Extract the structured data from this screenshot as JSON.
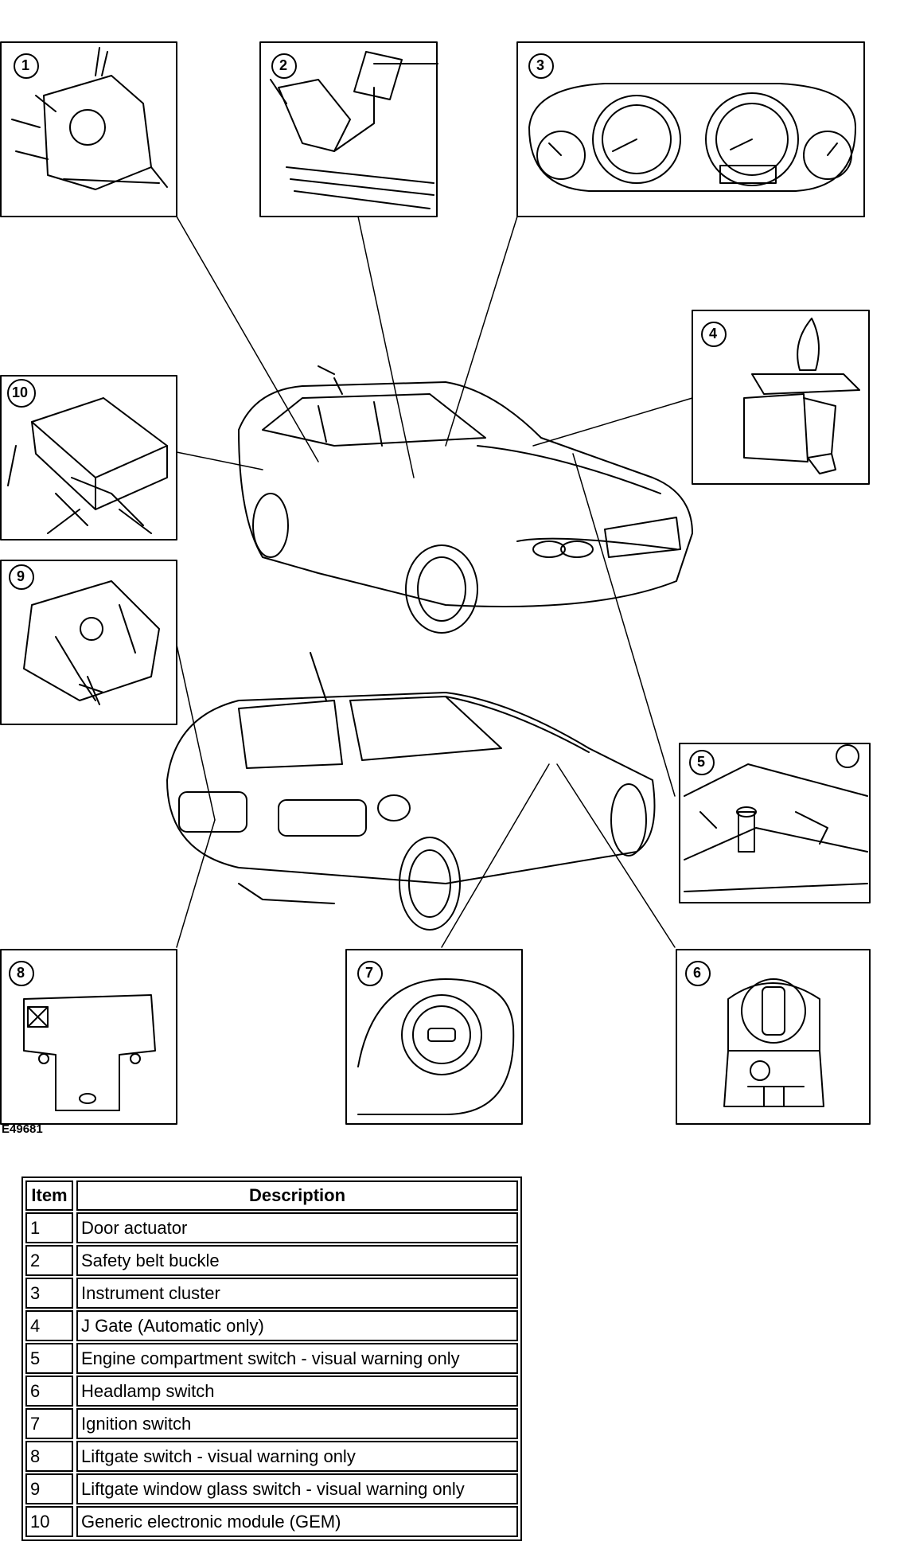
{
  "figure": {
    "code": "E49681",
    "callouts": [
      "1",
      "2",
      "3",
      "4",
      "5",
      "6",
      "7",
      "8",
      "9",
      "10"
    ]
  },
  "legend": {
    "headers": {
      "item": "Item",
      "description": "Description"
    },
    "rows": [
      {
        "item": "1",
        "description": "Door actuator"
      },
      {
        "item": "2",
        "description": "Safety belt buckle"
      },
      {
        "item": "3",
        "description": "Instrument cluster"
      },
      {
        "item": "4",
        "description": "J Gate (Automatic only)"
      },
      {
        "item": "5",
        "description": "Engine compartment switch - visual warning only"
      },
      {
        "item": "6",
        "description": "Headlamp switch"
      },
      {
        "item": "7",
        "description": "Ignition switch"
      },
      {
        "item": "8",
        "description": "Liftgate switch - visual warning only"
      },
      {
        "item": "9",
        "description": "Liftgate window glass switch - visual warning only"
      },
      {
        "item": "10",
        "description": "Generic electronic module (GEM)"
      }
    ]
  }
}
